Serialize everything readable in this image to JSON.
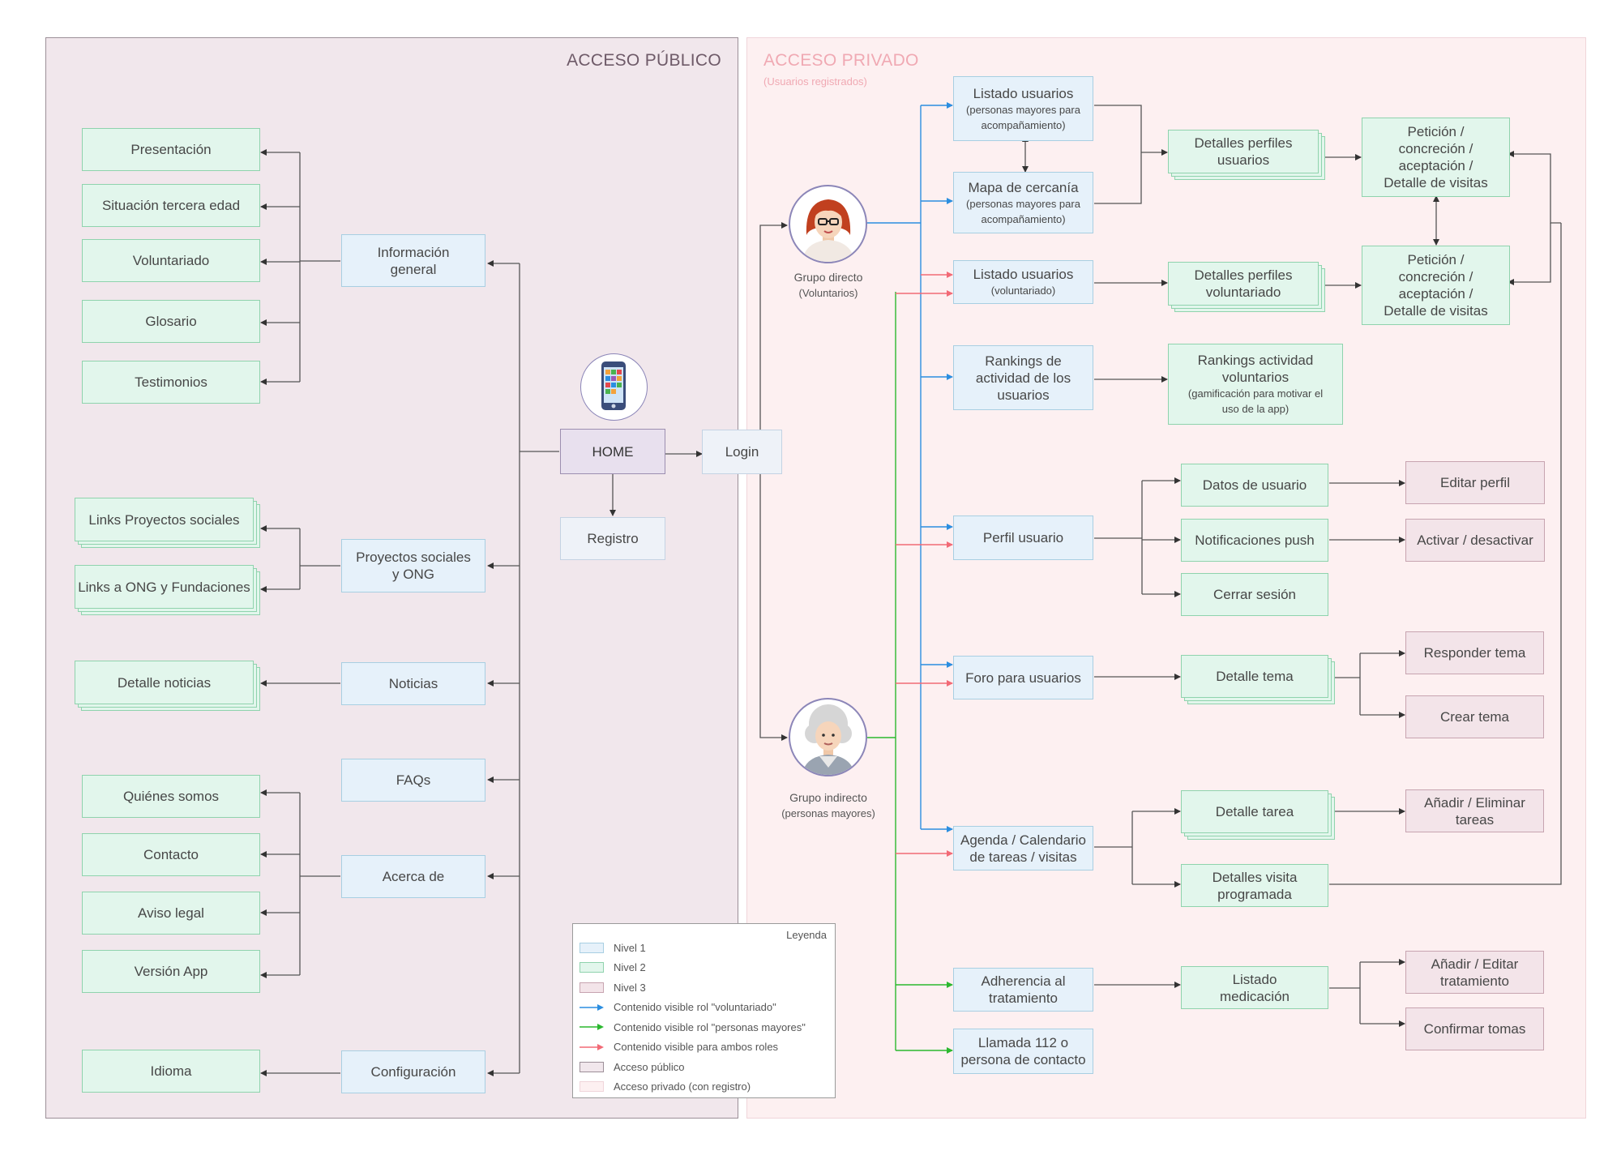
{
  "panels": {
    "public_title": "ACCESO PÚBLICO",
    "private_title": "ACCESO PRIVADO",
    "private_subtitle": "(Usuarios registrados)"
  },
  "colors": {
    "voluntariado": "#2b8ee0",
    "personas_mayores": "#2bb82f",
    "ambos": "#f26a76",
    "neutral": "#555555"
  },
  "public": {
    "home": "HOME",
    "registro": "Registro",
    "login": "Login",
    "info_general": "Información general",
    "info_children": [
      "Presentación",
      "Situación tercera edad",
      "Voluntariado",
      "Glosario",
      "Testimonios"
    ],
    "proyectos": "Proyectos sociales y ONG",
    "proyectos_children": [
      "Links Proyectos sociales",
      "Links a ONG y Fundaciones"
    ],
    "noticias": "Noticias",
    "noticias_child": "Detalle noticias",
    "faqs": "FAQs",
    "acerca": "Acerca de",
    "acerca_children": [
      "Quiénes somos",
      "Contacto",
      "Aviso legal",
      "Versión App"
    ],
    "configuracion": "Configuración",
    "idioma": "Idioma"
  },
  "roles": {
    "directo_label": "Grupo directo",
    "directo_sub": "(Voluntarios)",
    "indirecto_label": "Grupo indirecto",
    "indirecto_sub": "(personas mayores)"
  },
  "private": {
    "listado_usuarios": "Listado usuarios",
    "listado_usuarios_sub": "(personas mayores para acompañamiento)",
    "mapa": "Mapa de cercanía",
    "mapa_sub": "(personas mayores para acompañamiento)",
    "detalles_perfiles_usuarios": "Detalles perfiles usuarios",
    "peticion_1": "Petición / concreción / aceptación / Detalle de visitas",
    "listado_vol": "Listado usuarios",
    "listado_vol_sub": "(voluntariado)",
    "detalles_perfiles_vol": "Detalles perfiles voluntariado",
    "peticion_2": "Petición / concreción / aceptación / Detalle de visitas",
    "rankings": "Rankings de actividad de los usuarios",
    "rankings_vol": "Rankings actividad voluntarios",
    "rankings_vol_sub": "(gamificación para motivar el uso de la app)",
    "perfil": "Perfil usuario",
    "datos_usuario": "Datos de usuario",
    "editar_perfil": "Editar perfil",
    "notificaciones": "Notificaciones push",
    "activar": "Activar / desactivar",
    "cerrar": "Cerrar sesión",
    "foro": "Foro para usuarios",
    "detalle_tema": "Detalle tema",
    "responder": "Responder tema",
    "crear": "Crear tema",
    "agenda": "Agenda / Calendario de tareas / visitas",
    "detalle_tarea": "Detalle tarea",
    "anadir_tareas": "Añadir / Eliminar tareas",
    "detalles_visita": "Detalles visita programada",
    "adherencia": "Adherencia al tratamiento",
    "listado_medicacion": "Listado medicación",
    "anadir_tratamiento": "Añadir / Editar tratamiento",
    "confirmar": "Confirmar tomas",
    "llamada": "Llamada 112 o persona de contacto"
  },
  "legend": {
    "title": "Leyenda",
    "items": [
      {
        "label": "Nivel 1",
        "kind": "box",
        "fill": "#e6f1fa",
        "stroke": "#a8cfe2"
      },
      {
        "label": "Nivel 2",
        "kind": "box",
        "fill": "#e2f6ec",
        "stroke": "#8fd3ad"
      },
      {
        "label": "Nivel 3",
        "kind": "box",
        "fill": "#f3e4e9",
        "stroke": "#c7a4b0"
      },
      {
        "label": "Contenido visible rol \"voluntariado\"",
        "kind": "line",
        "color": "#2b8ee0"
      },
      {
        "label": "Contenido visible rol \"personas mayores\"",
        "kind": "line",
        "color": "#2bb82f"
      },
      {
        "label": "Contenido visible para ambos roles",
        "kind": "line",
        "color": "#f26a76"
      },
      {
        "label": "Acceso público",
        "kind": "box",
        "fill": "#f1e7ec",
        "stroke": "#9c8f98"
      },
      {
        "label": "Acceso privado (con registro)",
        "kind": "box",
        "fill": "#fdf0f1",
        "stroke": "#f0d5da"
      }
    ]
  }
}
